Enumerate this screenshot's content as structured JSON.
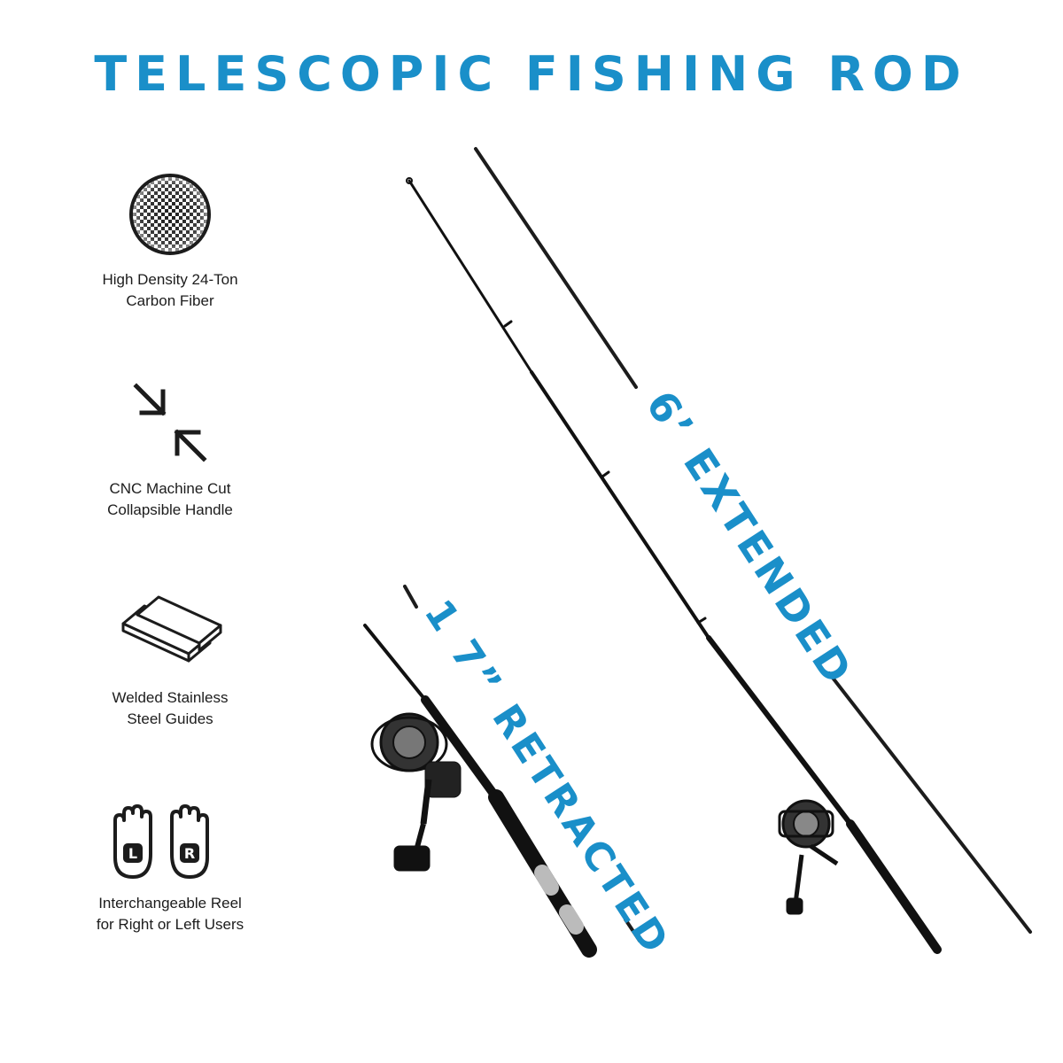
{
  "title": "TELESCOPIC FISHING ROD",
  "colors": {
    "accent": "#1a8fc9",
    "text": "#1c1c1c",
    "rod": "#111111"
  },
  "features": [
    {
      "icon": "carbon-fiber-icon",
      "line1": "High Density 24-Ton",
      "line2": "Carbon Fiber"
    },
    {
      "icon": "collapse-arrows-icon",
      "line1": "CNC Machine Cut",
      "line2": "Collapsible Handle"
    },
    {
      "icon": "stainless-plates-icon",
      "line1": "Welded Stainless",
      "line2": "Steel Guides"
    },
    {
      "icon": "left-right-hands-icon",
      "line1": "Interchangeable Reel",
      "line2": "for Right or Left Users",
      "hand_left": "L",
      "hand_right": "R"
    }
  ],
  "dimensions": {
    "extended": "6’ EXTENDED",
    "retracted": "1 7” RETRACTED"
  }
}
